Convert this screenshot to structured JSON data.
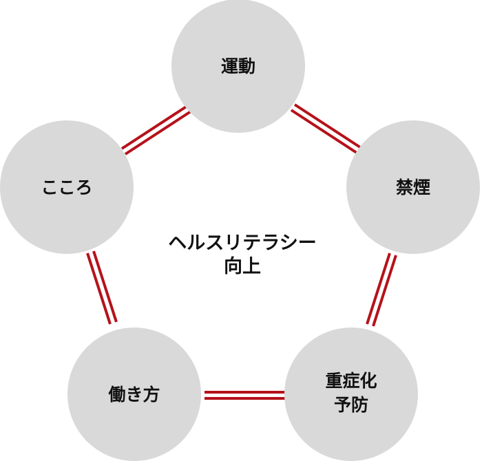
{
  "center": {
    "lines": [
      "ヘルスリテラシー",
      "向上"
    ]
  },
  "nodes": [
    {
      "id": "exercise",
      "lines": [
        "運動"
      ]
    },
    {
      "id": "no-smoking",
      "lines": [
        "禁煙"
      ]
    },
    {
      "id": "severe-prevention",
      "lines": [
        "重症化",
        "予防"
      ]
    },
    {
      "id": "working-style",
      "lines": [
        "働き方"
      ]
    },
    {
      "id": "mind",
      "lines": [
        "こころ"
      ]
    }
  ],
  "colors": {
    "circle_fill": "#d9d9d9",
    "connector": "#b5121b",
    "text": "#111111"
  }
}
